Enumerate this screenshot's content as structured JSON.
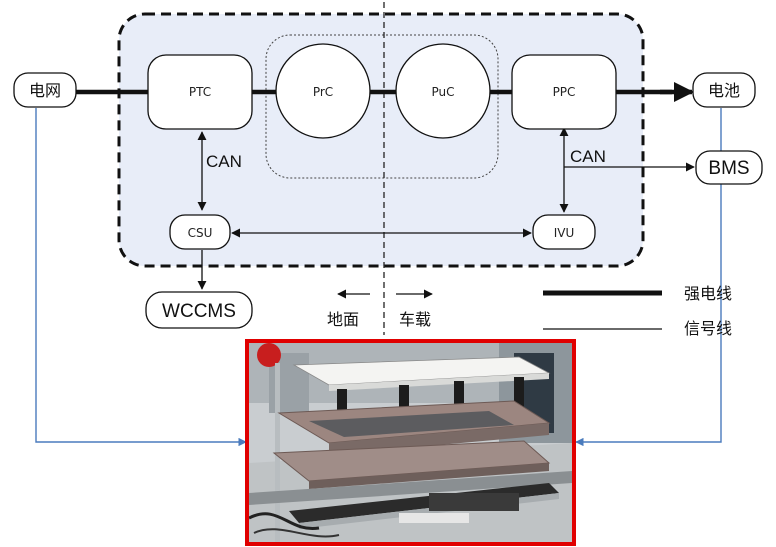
{
  "nodes": {
    "grid": "电网",
    "ptc": "PTC",
    "prc": "PrC",
    "puc": "PuC",
    "ppc": "PPC",
    "battery": "电池",
    "bms": "BMS",
    "csu": "CSU",
    "ivu": "IVU",
    "wccms": "WCCMS"
  },
  "edges": {
    "can_left": "CAN",
    "can_right": "CAN"
  },
  "direction": {
    "ground": "地面",
    "vehicle": "车载"
  },
  "legend": {
    "power_line": "强电线",
    "signal_line": "信号线"
  },
  "colors": {
    "frame_fill": "#e8edf8",
    "signal_blue": "#4a7bbd",
    "photo_border": "#e00000"
  }
}
